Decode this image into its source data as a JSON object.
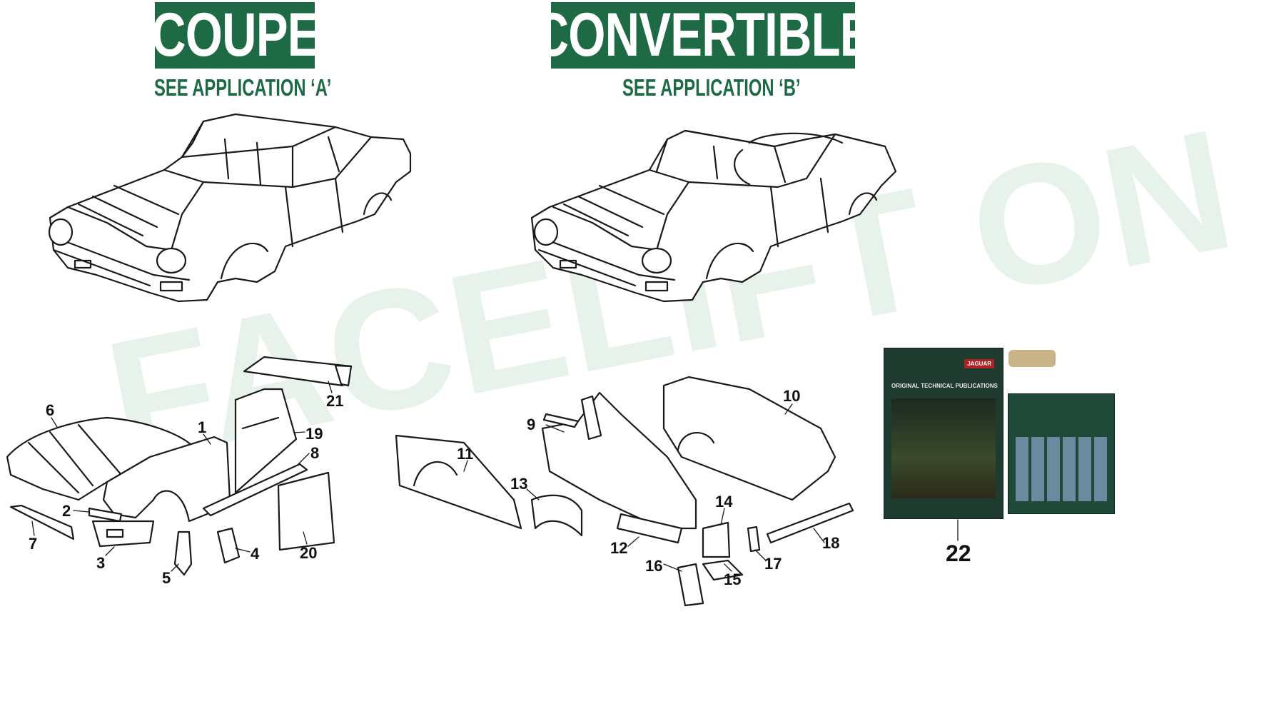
{
  "coupe": {
    "title": "COUPE",
    "subtitle": "SEE APPLICATION ‘A’"
  },
  "convertible": {
    "title": "CONVERTIBLE",
    "subtitle": "SEE APPLICATION ‘B’"
  },
  "watermark": "FACELIFT ON",
  "colors": {
    "brand_green": "#1d6a44",
    "watermark": "#dfeee3"
  },
  "part_numbers": [
    "1",
    "2",
    "3",
    "4",
    "5",
    "6",
    "7",
    "8",
    "9",
    "10",
    "11",
    "12",
    "13",
    "14",
    "15",
    "16",
    "17",
    "18",
    "19",
    "20",
    "21",
    "22"
  ],
  "publication": {
    "cover_brand": "JAGUAR",
    "cover_title": "ORIGINAL TECHNICAL PUBLICATIONS"
  }
}
